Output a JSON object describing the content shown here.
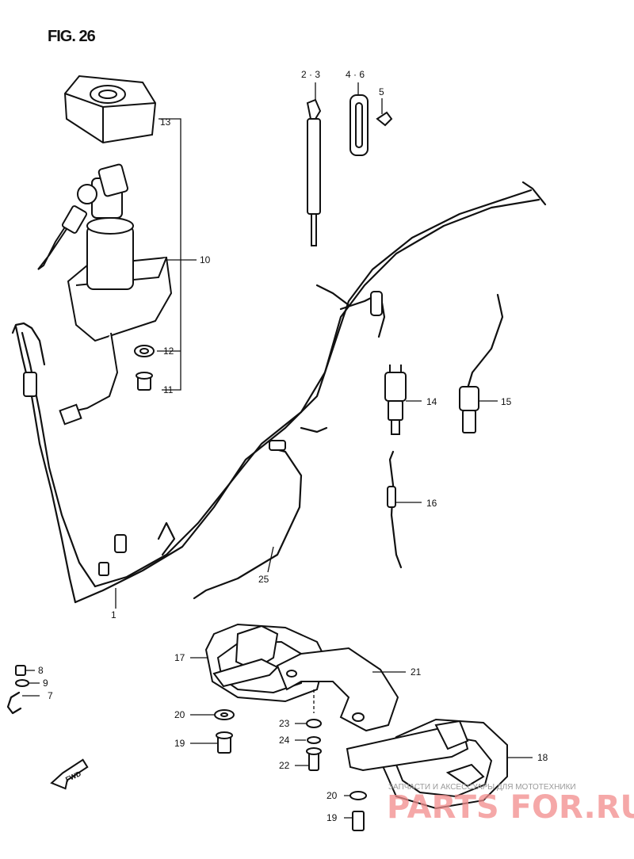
{
  "figure": {
    "title": "FIG. 26",
    "fwd_label": "FWD"
  },
  "labels": {
    "p1": "1",
    "p2_3": "2 · 3",
    "p4_6": "4 · 6",
    "p5": "5",
    "p7": "7",
    "p8": "8",
    "p9": "9",
    "p10": "10",
    "p11": "11",
    "p12": "12",
    "p13": "13",
    "p14": "14",
    "p15": "15",
    "p16": "16",
    "p17": "17",
    "p18": "18",
    "p19a": "19",
    "p19b": "19",
    "p20a": "20",
    "p20b": "20",
    "p21": "21",
    "p22": "22",
    "p23": "23",
    "p24": "24",
    "p25": "25"
  },
  "watermark": {
    "caption": "ЗАПЧАСТИ И АКСЕССУАРЫ ДЛЯ МОТОТЕХНИКИ",
    "brand": "PARTS FOR.RU",
    "color": "#f28c8c"
  }
}
